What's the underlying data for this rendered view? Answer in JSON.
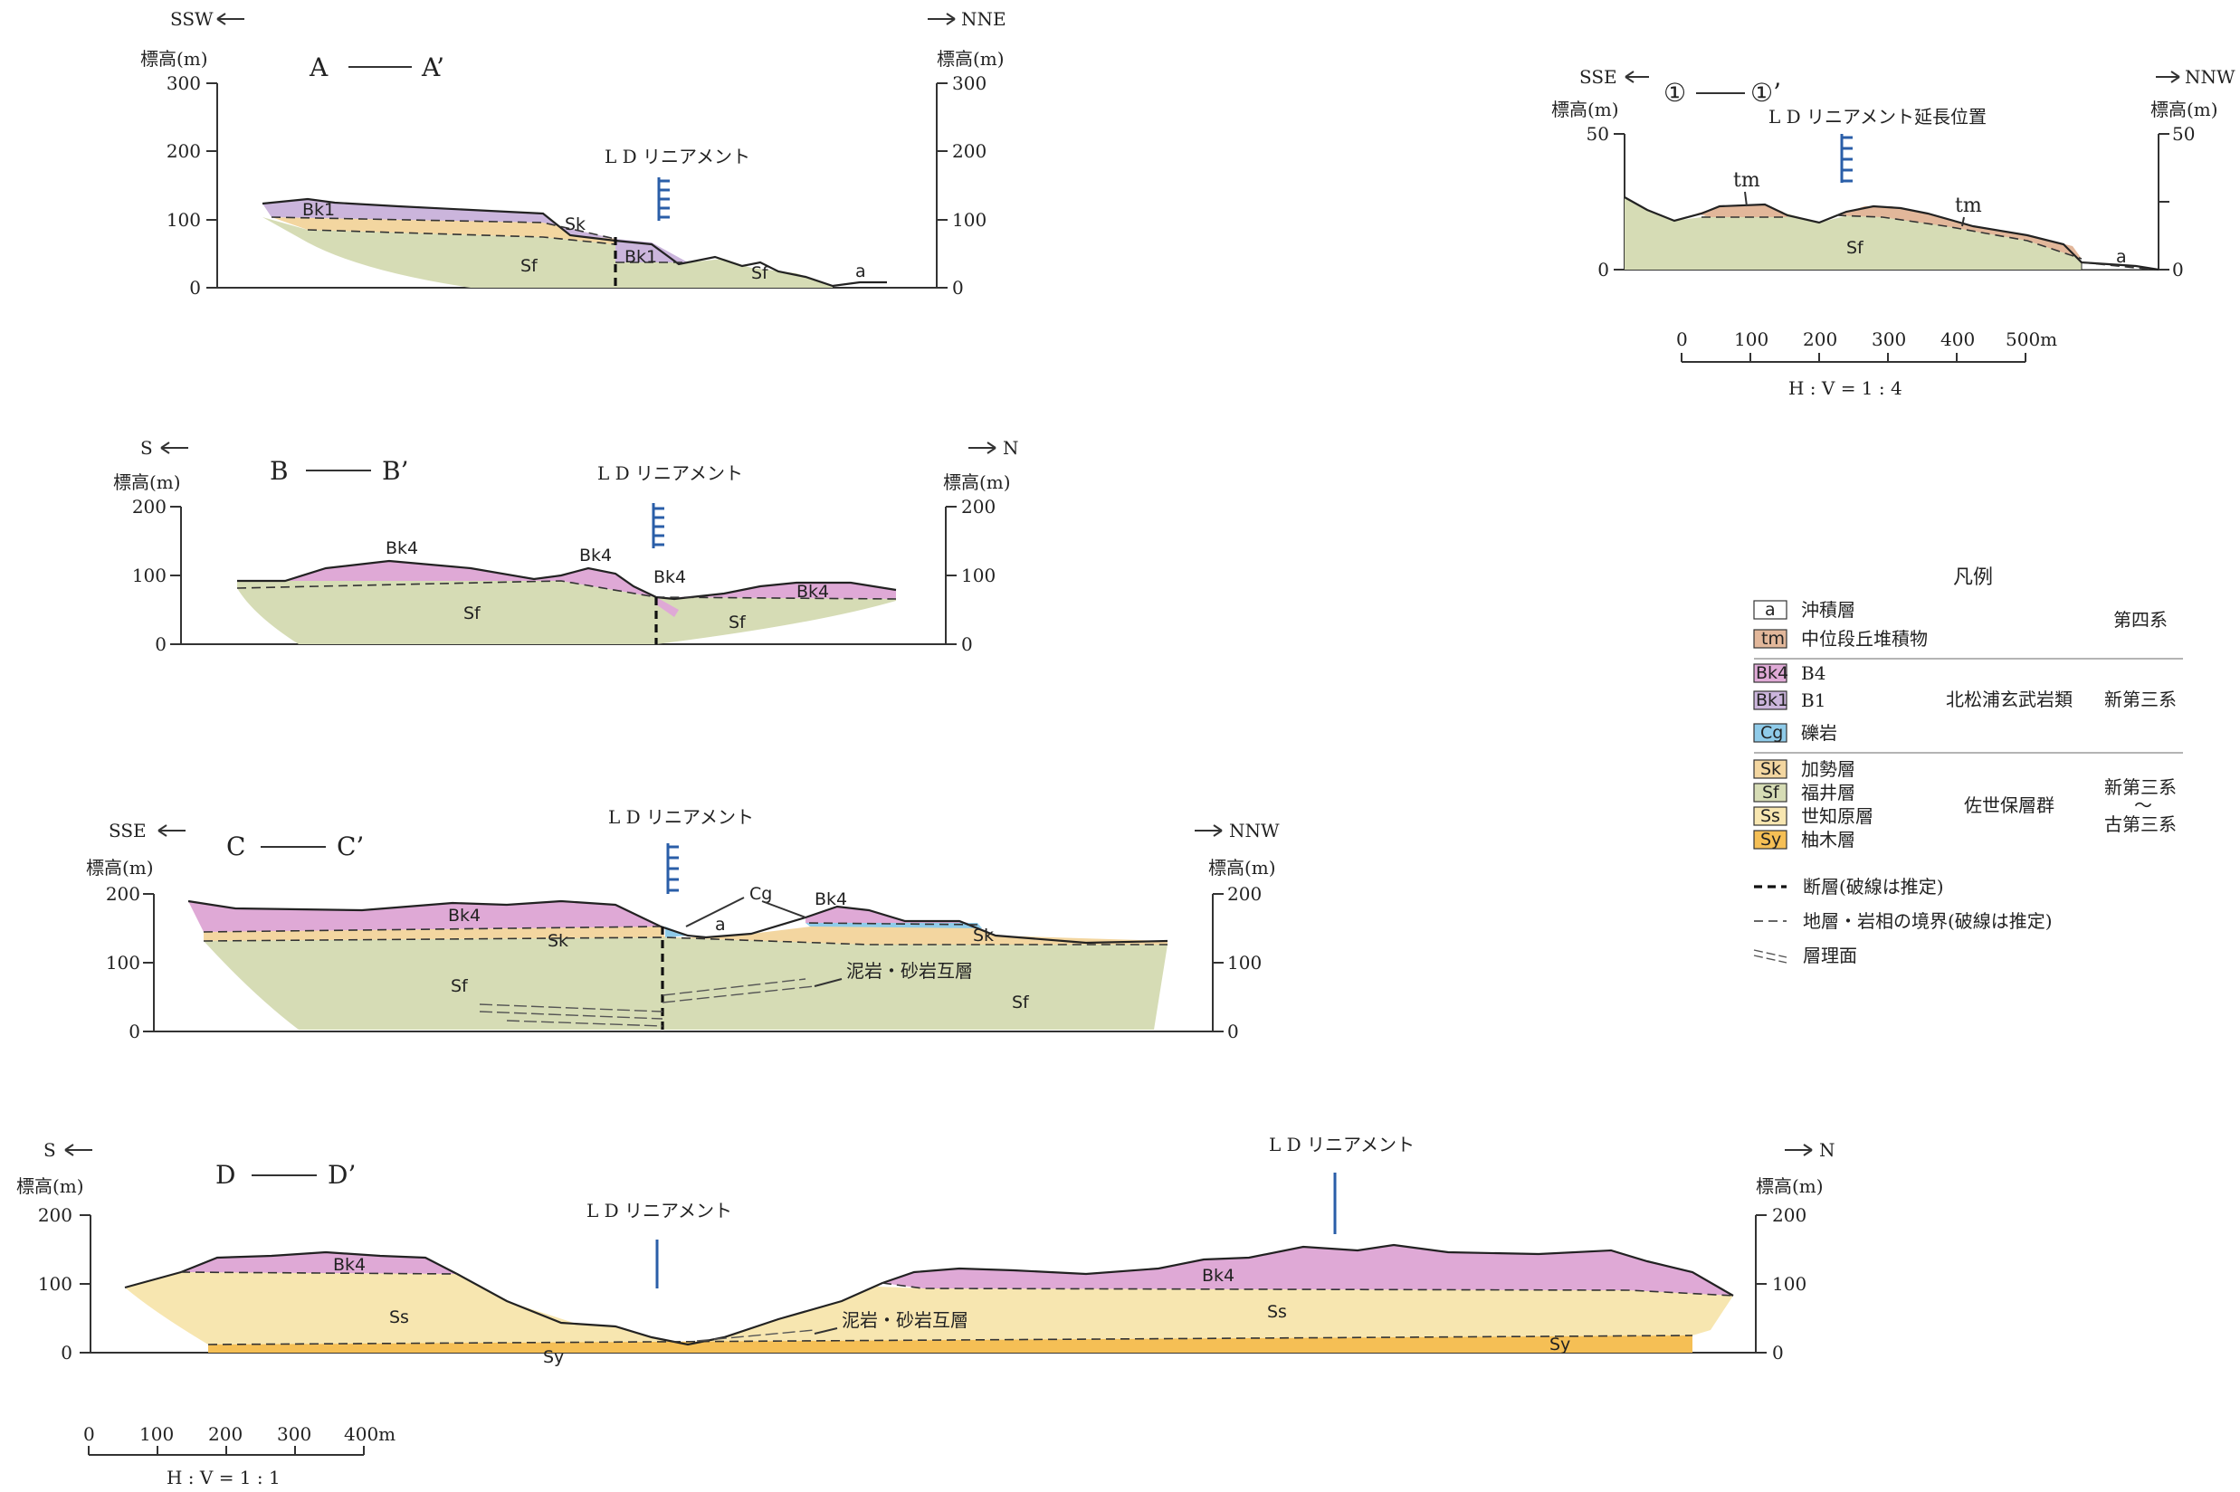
{
  "colors": {
    "a": "#ffffff",
    "tm": "#e2b79a",
    "Bk4": "#dfa9d6",
    "Bk1": "#cbb5dc",
    "Cg": "#8fcbe9",
    "Sk": "#f3d6a0",
    "Sf": "#d6dcb5",
    "Ss": "#f7e6b0",
    "Sy": "#f5bf55",
    "lineament": "#2a5ea8"
  },
  "sections": {
    "A": {
      "title_left": "A",
      "title_right": "A’",
      "dir_left": "SSW",
      "dir_right": "NNE",
      "axis_label": "標高(m)",
      "ticks": [
        "300",
        "200",
        "100",
        "0"
      ],
      "lineament": "L D リニアメント",
      "labels": {
        "bk1_left": "Bk1",
        "sk": "Sk",
        "sf_left": "Sf",
        "bk1_right": "Bk1",
        "sf_right": "Sf",
        "a": "a"
      }
    },
    "B": {
      "title_left": "B",
      "title_right": "B’",
      "dir_left": "S",
      "dir_right": "N",
      "axis_label": "標高(m)",
      "ticks": [
        "200",
        "100",
        "0"
      ],
      "lineament": "L D リニアメント",
      "labels": {
        "bk4_1": "Bk4",
        "bk4_2": "Bk4",
        "bk4_3": "Bk4",
        "bk4_4": "Bk4",
        "sf_left": "Sf",
        "sf_right": "Sf"
      }
    },
    "C": {
      "title_left": "C",
      "title_right": "C’",
      "dir_left": "SSE",
      "dir_right": "NNW",
      "axis_label": "標高(m)",
      "ticks": [
        "200",
        "100",
        "0"
      ],
      "lineament": "L D リニアメント",
      "labels": {
        "bk4_left": "Bk4",
        "bk4_right": "Bk4",
        "sk_left": "Sk",
        "sk_right": "Sk",
        "cg": "Cg",
        "a": "a",
        "sf_left": "Sf",
        "sf_right": "Sf",
        "mud": "泥岩・砂岩互層"
      }
    },
    "D": {
      "title_left": "D",
      "title_right": "D’",
      "dir_left": "S",
      "dir_right": "N",
      "axis_label": "標高(m)",
      "ticks": [
        "200",
        "100",
        "0"
      ],
      "lineament_1": "L D リニアメント",
      "lineament_2": "L D リニアメント",
      "labels": {
        "bk4_left": "Bk4",
        "bk4_right": "Bk4",
        "ss_left": "Ss",
        "ss_right": "Ss",
        "sy_left": "Sy",
        "sy_right": "Sy",
        "mud": "泥岩・砂岩互層"
      }
    },
    "E": {
      "title_left": "①",
      "title_right": "①’",
      "dir_left": "SSE",
      "dir_right": "NNW",
      "axis_label": "標高(m)",
      "ticks": [
        "50",
        "0"
      ],
      "lineament": "L D リニアメント延長位置",
      "labels": {
        "tm_1": "tm",
        "tm_2": "tm",
        "sf": "Sf",
        "a": "a"
      }
    }
  },
  "scale_1": {
    "ticks": [
      "0",
      "100",
      "200",
      "300",
      "400",
      "500m"
    ],
    "ratio": "H : V = 1 : 4"
  },
  "scale_2": {
    "ticks": [
      "0",
      "100",
      "200",
      "300",
      "400m"
    ],
    "ratio": "H : V = 1 : 1"
  },
  "legend": {
    "title": "凡例",
    "items": [
      {
        "code": "a",
        "name": "沖積層"
      },
      {
        "code": "tm",
        "name": "中位段丘堆積物"
      },
      {
        "code": "Bk4",
        "name": "B4"
      },
      {
        "code": "Bk1",
        "name": "B1"
      },
      {
        "code": "Cg",
        "name": "礫岩"
      },
      {
        "code": "Sk",
        "name": "加勢層"
      },
      {
        "code": "Sf",
        "name": "福井層"
      },
      {
        "code": "Ss",
        "name": "世知原層"
      },
      {
        "code": "Sy",
        "name": "柚木層"
      }
    ],
    "group_quaternary": "第四系",
    "group_basalt": "北松浦玄武岩類",
    "group_neogene": "新第三系",
    "group_sasebo": "佐世保層群",
    "group_neo_paleo_1": "新第三系",
    "group_neo_paleo_tilde": "〜",
    "group_neo_paleo_2": "古第三系",
    "fault": "断層(破線は推定)",
    "boundary": "地層・岩相の境界(破線は推定)",
    "bedding": "層理面"
  }
}
